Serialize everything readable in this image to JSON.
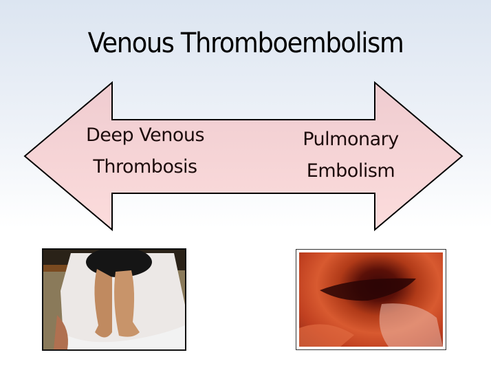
{
  "slide": {
    "title": "Venous Thromboembolism",
    "arrow": {
      "fill_color": "#f6d4d6",
      "stroke_color": "#000000",
      "left_label_line1": "Deep Venous",
      "left_label_line2": "Thrombosis",
      "right_label_line1": "Pulmonary",
      "right_label_line2": "Embolism"
    },
    "images": [
      {
        "name": "dvt-swollen-leg-photo",
        "description": "Patient's legs on bed showing swollen leg"
      },
      {
        "name": "pulmonary-embolus-photo",
        "description": "Clot in pulmonary artery specimen"
      }
    ]
  }
}
